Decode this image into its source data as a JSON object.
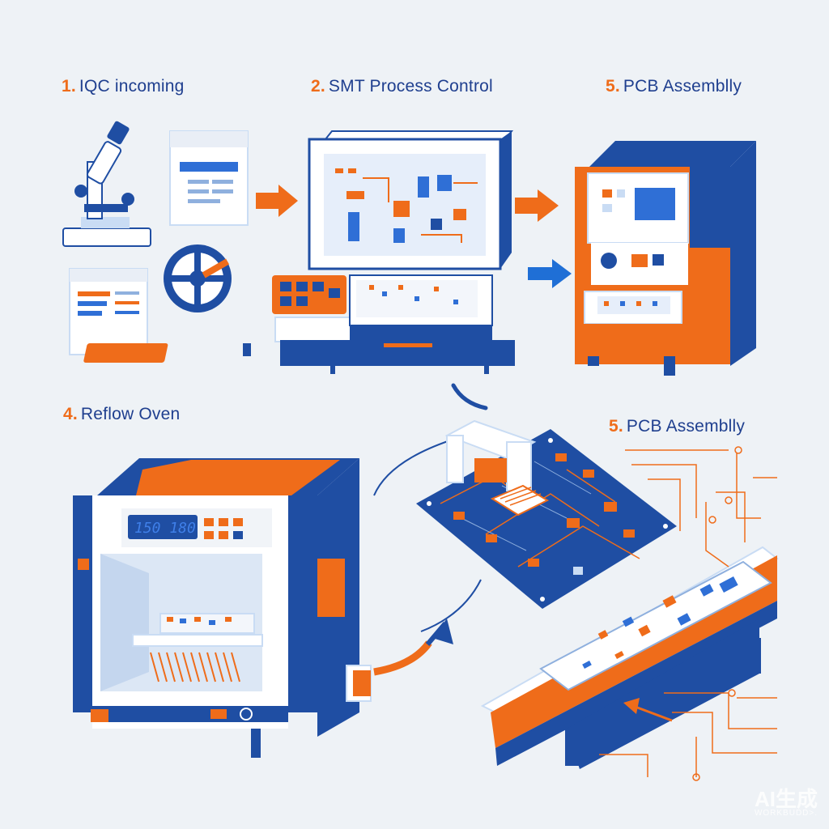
{
  "steps": [
    {
      "number": "1.",
      "title": "IQC incoming"
    },
    {
      "number": "2.",
      "title": "SMT Process Control"
    },
    {
      "number": "5.",
      "title": "PCB Assemblly"
    },
    {
      "number": "4.",
      "title": "Reflow Oven"
    },
    {
      "number": "5.",
      "title": "PCB Assemblly"
    }
  ],
  "oven": {
    "display_reading": "150 180"
  },
  "watermark": {
    "main": "AI生成",
    "sub": "WORKBUDD>."
  },
  "colors": {
    "blue": "#1f4ea3",
    "orange": "#ef6c1a",
    "light_blue": "#c9dcf4",
    "background": "#eef2f6"
  }
}
